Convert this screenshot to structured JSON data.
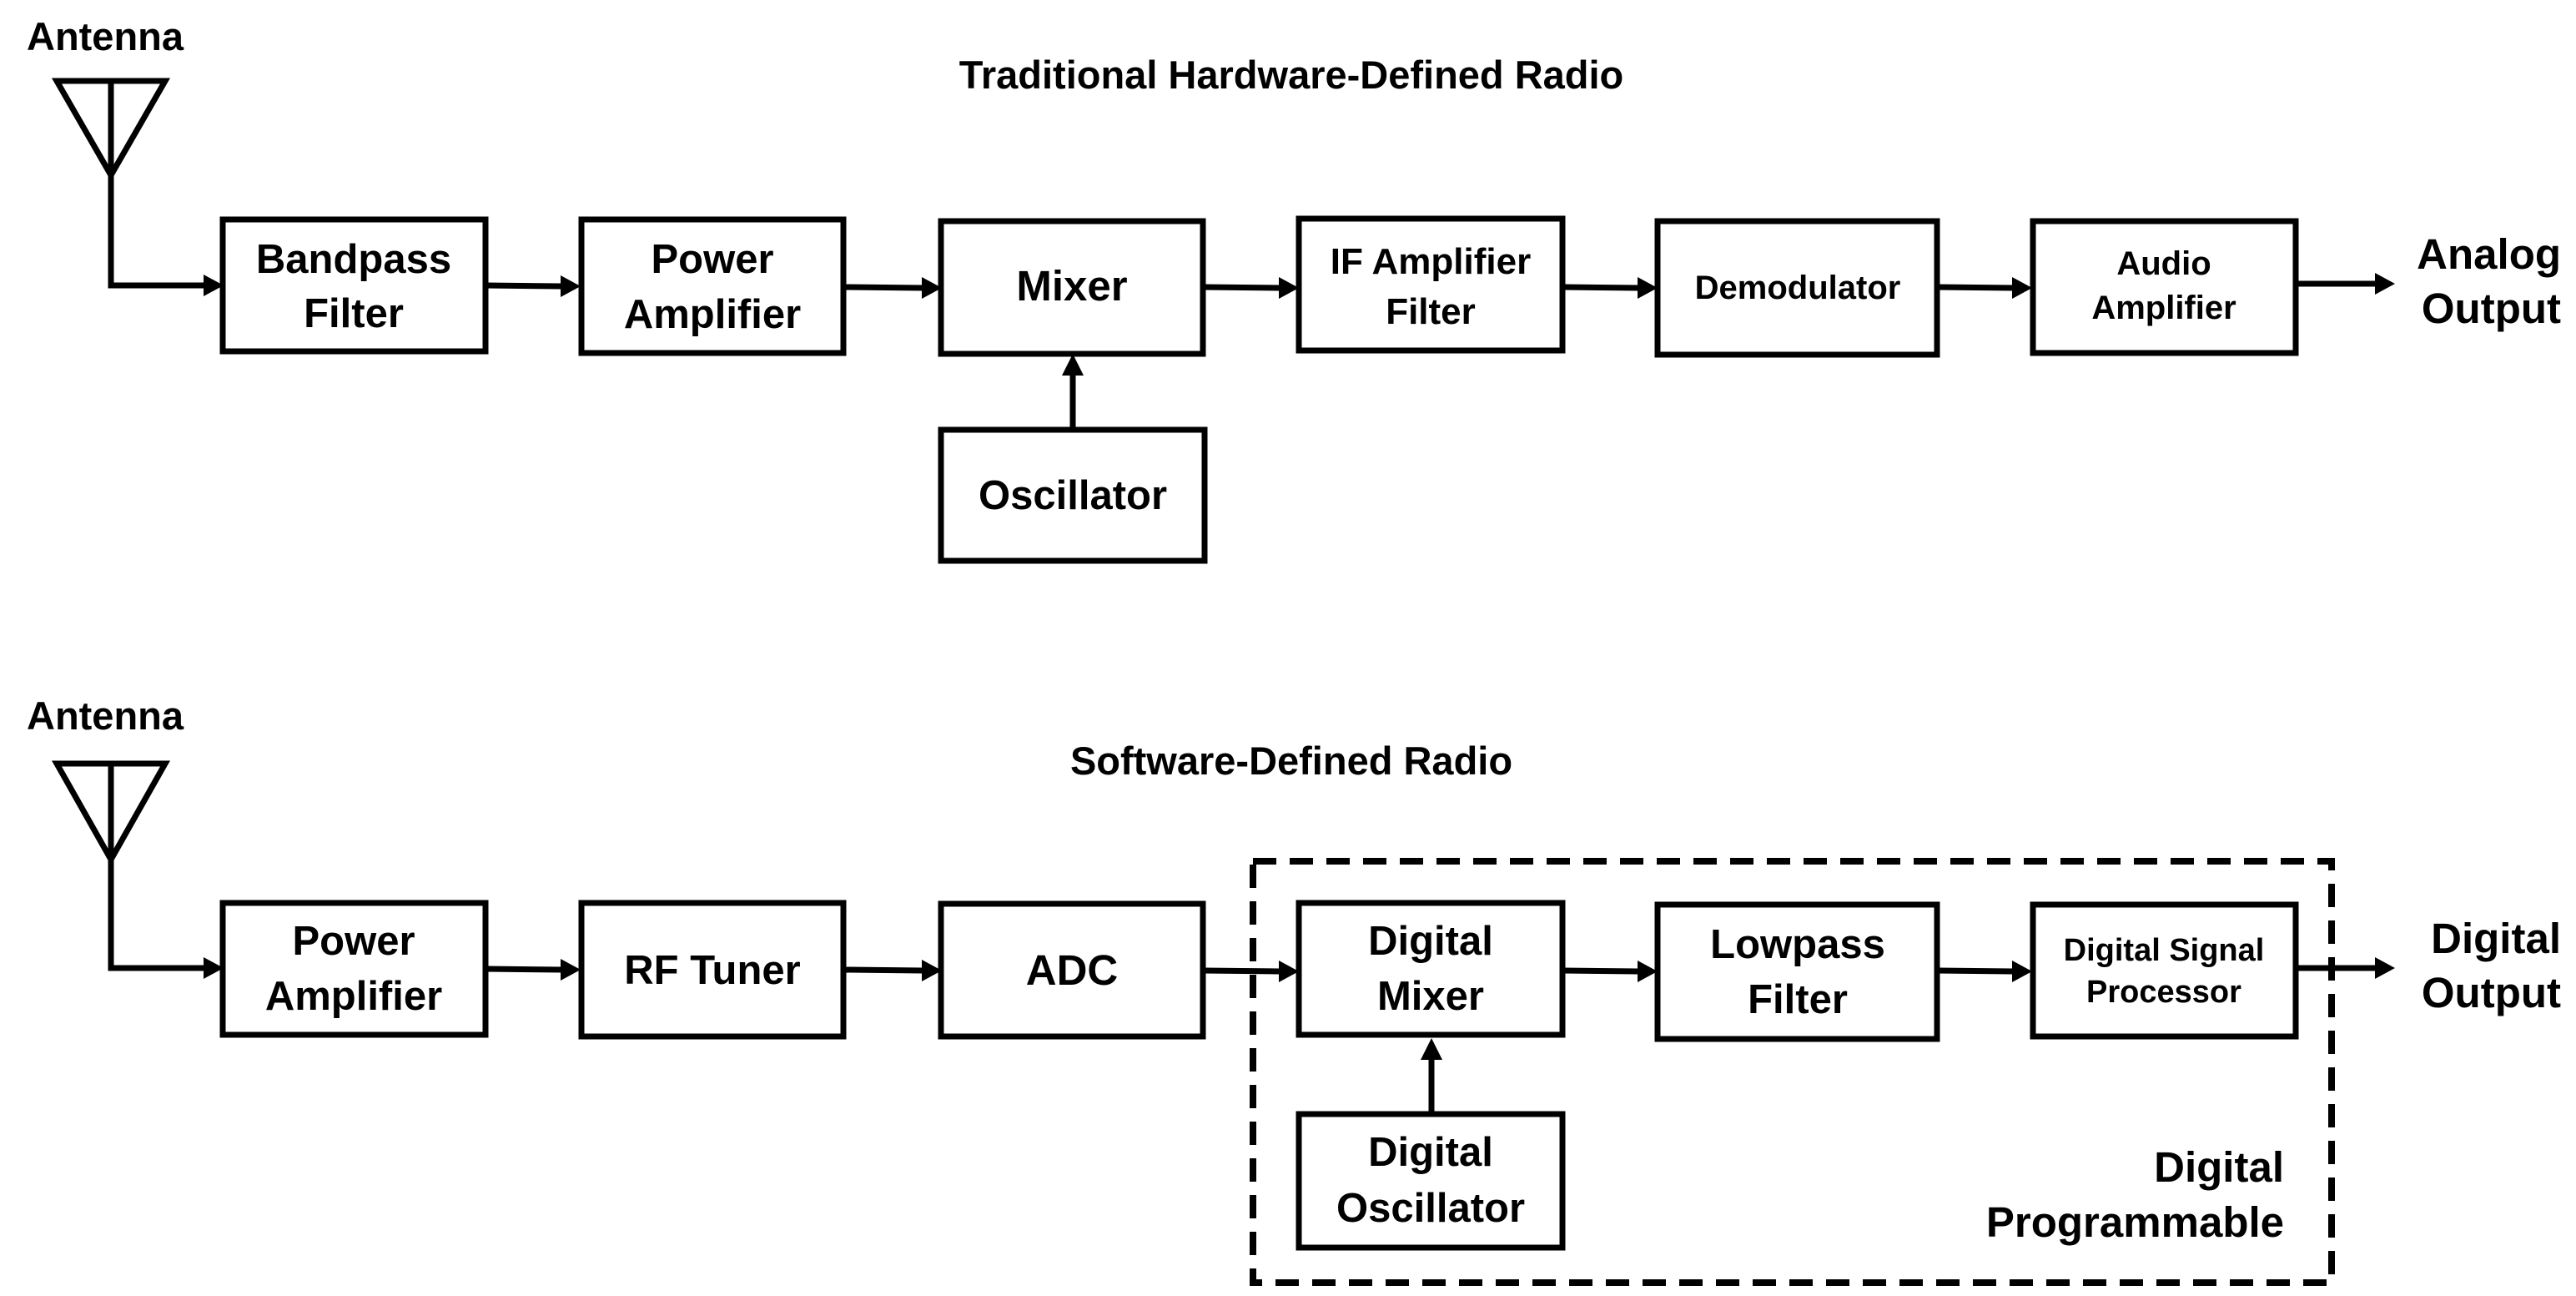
{
  "traditional": {
    "title": "Traditional Hardware-Defined Radio",
    "antenna_label": "Antenna",
    "bandpass_filter": [
      "Bandpass",
      "Filter"
    ],
    "power_amplifier": [
      "Power",
      "Amplifier"
    ],
    "mixer": [
      "Mixer"
    ],
    "oscillator": [
      "Oscillator"
    ],
    "if_amplifier_filter": [
      "IF Amplifier",
      "Filter"
    ],
    "demodulator": [
      "Demodulator"
    ],
    "audio_amplifier": [
      "Audio",
      "Amplifier"
    ],
    "output_label": [
      "Analog",
      "Output"
    ]
  },
  "sdr": {
    "title": "Software-Defined Radio",
    "antenna_label": "Antenna",
    "power_amplifier": [
      "Power",
      "Amplifier"
    ],
    "rf_tuner": [
      "RF Tuner"
    ],
    "adc": [
      "ADC"
    ],
    "digital_mixer": [
      "Digital",
      "Mixer"
    ],
    "digital_oscillator": [
      "Digital",
      "Oscillator"
    ],
    "lowpass_filter": [
      "Lowpass",
      "Filter"
    ],
    "digital_signal_processor": [
      "Digital Signal",
      "Processor"
    ],
    "output_label": [
      "Digital",
      "Output"
    ],
    "programmable_region_label": [
      "Digital",
      "Programmable"
    ]
  }
}
